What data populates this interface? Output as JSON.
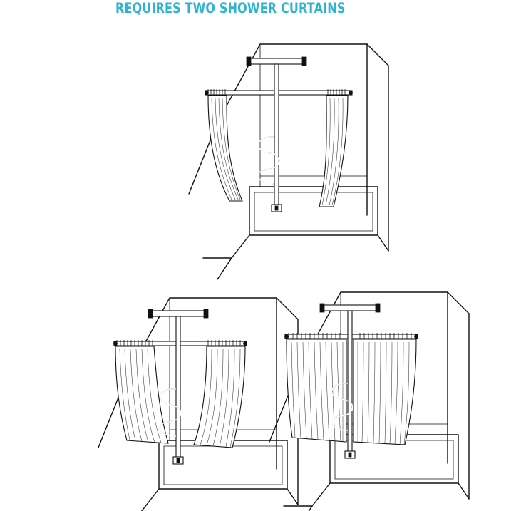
{
  "heading": "REQUIRES TWO SHOWER CURTAINS",
  "colors": {
    "heading": "#2fb3d2",
    "line": "#111111",
    "background": "#ffffff"
  },
  "panels": [
    {
      "name": "curtains-tied-open",
      "icon": "bathtub-with-security-pole-and-curtains"
    },
    {
      "name": "curtains-partially-closed",
      "icon": "bathtub-with-security-pole-and-curtains"
    },
    {
      "name": "curtains-closed",
      "icon": "bathtub-with-security-pole-and-curtains"
    }
  ]
}
